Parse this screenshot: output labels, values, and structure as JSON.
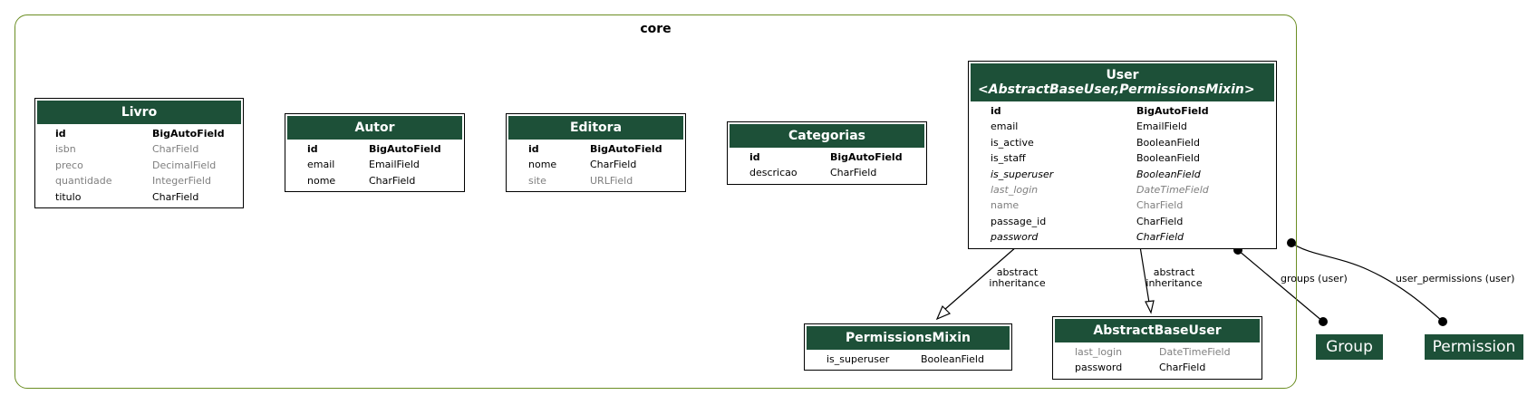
{
  "cluster": {
    "title": "core"
  },
  "models": {
    "livro": {
      "name": "Livro",
      "fields": [
        {
          "name": "id",
          "type": "BigAutoField",
          "style": "pk"
        },
        {
          "name": "isbn",
          "type": "CharField",
          "style": "grey"
        },
        {
          "name": "preco",
          "type": "DecimalField",
          "style": "grey"
        },
        {
          "name": "quantidade",
          "type": "IntegerField",
          "style": "grey"
        },
        {
          "name": "titulo",
          "type": "CharField",
          "style": "normal"
        }
      ]
    },
    "autor": {
      "name": "Autor",
      "fields": [
        {
          "name": "id",
          "type": "BigAutoField",
          "style": "pk"
        },
        {
          "name": "email",
          "type": "EmailField",
          "style": "normal"
        },
        {
          "name": "nome",
          "type": "CharField",
          "style": "normal"
        }
      ]
    },
    "editora": {
      "name": "Editora",
      "fields": [
        {
          "name": "id",
          "type": "BigAutoField",
          "style": "pk"
        },
        {
          "name": "nome",
          "type": "CharField",
          "style": "normal"
        },
        {
          "name": "site",
          "type": "URLField",
          "style": "grey"
        }
      ]
    },
    "categorias": {
      "name": "Categorias",
      "fields": [
        {
          "name": "id",
          "type": "BigAutoField",
          "style": "pk"
        },
        {
          "name": "descricao",
          "type": "CharField",
          "style": "normal"
        }
      ]
    },
    "user": {
      "name": "User",
      "subtitle": "<AbstractBaseUser,PermissionsMixin>",
      "fields": [
        {
          "name": "id",
          "type": "BigAutoField",
          "style": "pk"
        },
        {
          "name": "email",
          "type": "EmailField",
          "style": "normal"
        },
        {
          "name": "is_active",
          "type": "BooleanField",
          "style": "normal"
        },
        {
          "name": "is_staff",
          "type": "BooleanField",
          "style": "normal"
        },
        {
          "name": "is_superuser",
          "type": "BooleanField",
          "style": "it"
        },
        {
          "name": "last_login",
          "type": "DateTimeField",
          "style": "greyit"
        },
        {
          "name": "name",
          "type": "CharField",
          "style": "grey"
        },
        {
          "name": "passage_id",
          "type": "CharField",
          "style": "normal"
        },
        {
          "name": "password",
          "type": "CharField",
          "style": "it"
        }
      ]
    },
    "permissionsmixin": {
      "name": "PermissionsMixin",
      "fields": [
        {
          "name": "is_superuser",
          "type": "BooleanField",
          "style": "normal"
        }
      ]
    },
    "abstractbaseuser": {
      "name": "AbstractBaseUser",
      "fields": [
        {
          "name": "last_login",
          "type": "DateTimeField",
          "style": "grey"
        },
        {
          "name": "password",
          "type": "CharField",
          "style": "normal"
        }
      ]
    }
  },
  "external": {
    "group": "Group",
    "permission": "Permission"
  },
  "edges": {
    "inherit_pm": [
      "abstract",
      "inheritance"
    ],
    "inherit_abu": [
      "abstract",
      "inheritance"
    ],
    "groups": "groups (user)",
    "user_permissions": "user_permissions (user)"
  },
  "colors": {
    "header": "#1d5038",
    "cluster_border": "#6b8e23",
    "muted_text": "#7f7f7f"
  }
}
